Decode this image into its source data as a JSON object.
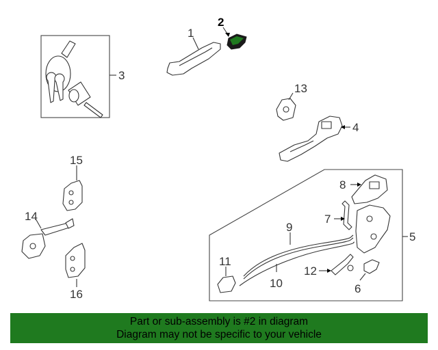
{
  "callouts": {
    "c1": "1",
    "c2": "2",
    "c3": "3",
    "c4": "4",
    "c5": "5",
    "c6": "6",
    "c7": "7",
    "c8": "8",
    "c9": "9",
    "c10": "10",
    "c11": "11",
    "c12": "12",
    "c13": "13",
    "c14": "14",
    "c15": "15",
    "c16": "16"
  },
  "highlighted_part": "2",
  "colors": {
    "banner_bg": "#1f7a1f",
    "highlight": "#1f7a1f"
  },
  "banner": {
    "line1": "Part or sub-assembly is #2 in diagram",
    "line2": "Diagram may not be specific to your vehicle"
  }
}
